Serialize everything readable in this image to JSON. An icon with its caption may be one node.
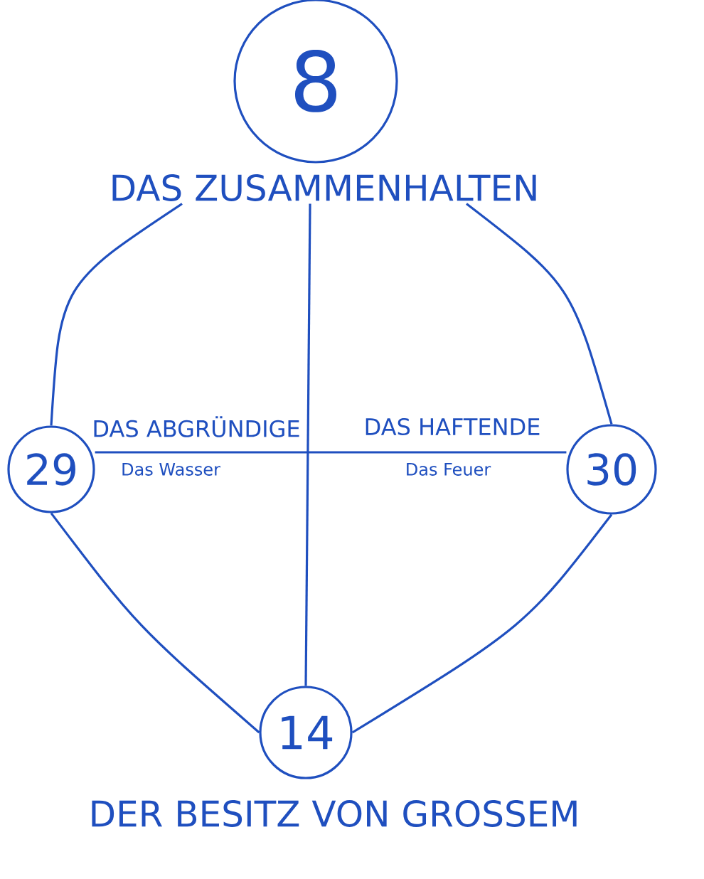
{
  "diagram": {
    "nodes": [
      {
        "text": [
          "8",
          "DAS ZUSAMMENHALTEN"
        ]
      },
      {
        "text": [
          "29"
        ]
      },
      {
        "text": [
          "30"
        ]
      },
      {
        "text": [
          "14",
          "DER BESITZ VON GROSSEM"
        ]
      }
    ],
    "edges": [
      {
        "from": 0,
        "to": 1,
        "arrow": "none"
      },
      {
        "from": 0,
        "to": 2,
        "arrow": "none"
      },
      {
        "from": 0,
        "to": 3,
        "arrow": "none"
      },
      {
        "from": 1,
        "to": 2,
        "arrow": "none"
      },
      {
        "from": 1,
        "to": 3,
        "arrow": "none"
      },
      {
        "from": 2,
        "to": 3,
        "arrow": "none"
      }
    ],
    "labels": [
      "DAS ABGRÜNDIGE",
      "DAS HAFTENDE",
      "Das Wasser",
      "Das Feuer"
    ]
  }
}
